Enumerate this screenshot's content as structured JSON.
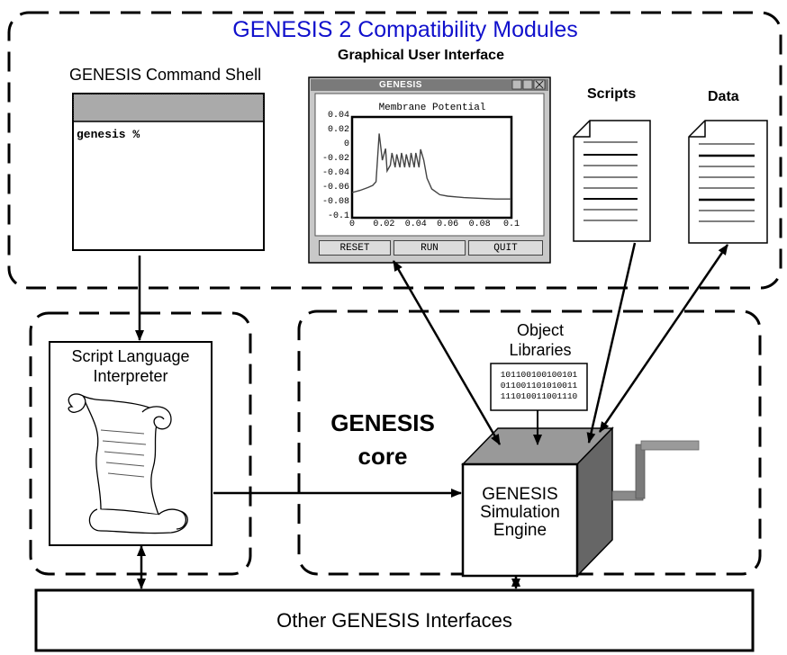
{
  "title": "GENESIS 2 Compatibility Modules",
  "shell": {
    "label": "GENESIS Command Shell",
    "prompt": "genesis %"
  },
  "gui": {
    "label": "Graphical User Interface",
    "window_title": "GENESIS",
    "buttons": [
      "RESET",
      "RUN",
      "QUIT"
    ]
  },
  "scripts_label": "Scripts",
  "data_label": "Data",
  "interpreter": {
    "line1": "Script Language",
    "line2": "Interpreter"
  },
  "object_libraries": {
    "line1": "Object",
    "line2": "Libraries",
    "bits": [
      "101100100100101",
      "011001101010011",
      "111010011001110"
    ]
  },
  "core": {
    "line1": "GENESIS",
    "line2": "core"
  },
  "engine": {
    "line1": "GENESIS",
    "line2": "Simulation",
    "line3": "Engine"
  },
  "other": "Other GENESIS Interfaces",
  "chart_data": {
    "type": "line",
    "title": "Membrane Potential",
    "xlabel": "",
    "ylabel": "",
    "xlim": [
      0,
      0.1
    ],
    "ylim": [
      -0.1,
      0.04
    ],
    "x_ticks": [
      "0",
      "0.02",
      "0.04",
      "0.06",
      "0.08",
      "0.1"
    ],
    "y_ticks": [
      "0.04",
      "0.02",
      "0",
      "-0.02",
      "-0.04",
      "-0.06",
      "-0.08",
      "-0.1"
    ],
    "x": [
      0,
      0.005,
      0.01,
      0.013,
      0.015,
      0.017,
      0.019,
      0.021,
      0.022,
      0.024,
      0.025,
      0.027,
      0.028,
      0.03,
      0.031,
      0.033,
      0.034,
      0.036,
      0.037,
      0.039,
      0.04,
      0.042,
      0.043,
      0.045,
      0.047,
      0.05,
      0.055,
      0.06,
      0.07,
      0.08,
      0.09,
      0.1
    ],
    "y": [
      -0.065,
      -0.062,
      -0.058,
      -0.055,
      -0.05,
      0.017,
      -0.02,
      -0.004,
      -0.035,
      -0.027,
      -0.01,
      -0.03,
      -0.012,
      -0.03,
      -0.01,
      -0.03,
      -0.012,
      -0.03,
      -0.01,
      -0.03,
      -0.01,
      -0.03,
      -0.005,
      -0.02,
      -0.045,
      -0.06,
      -0.068,
      -0.07,
      -0.072,
      -0.073,
      -0.074,
      -0.074
    ]
  }
}
